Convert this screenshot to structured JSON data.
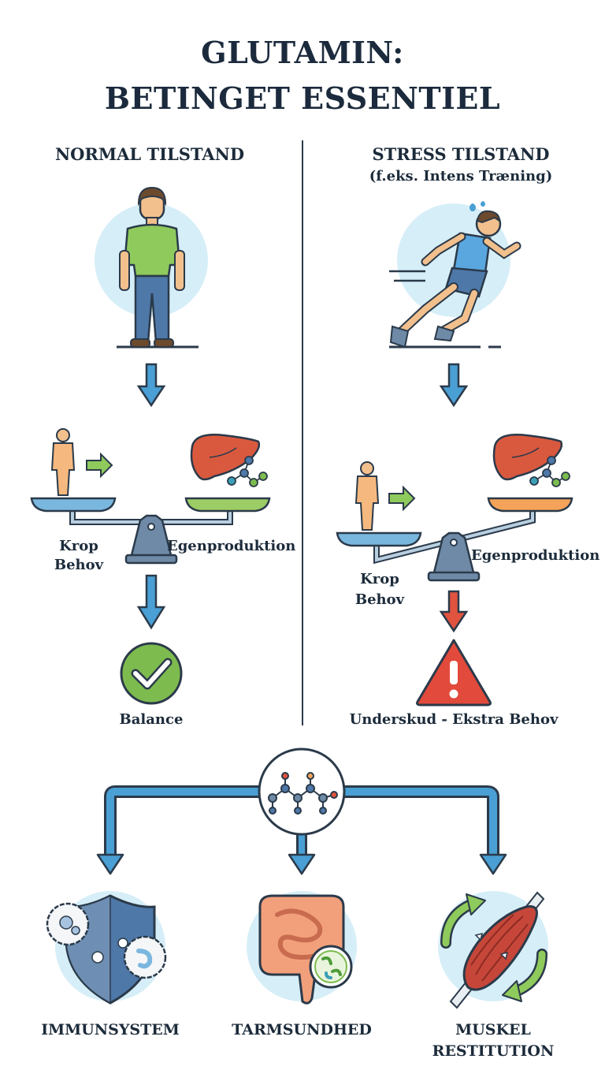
{
  "title": {
    "line1": "GLUTAMIN:",
    "line2": "BETINGET ESSENTIEL"
  },
  "normal": {
    "heading": "NORMAL TILSTAND",
    "label_body_need": [
      "Krop",
      "Behov"
    ],
    "label_production": "Egenproduktion",
    "result": "Balance"
  },
  "stress": {
    "heading": "STRESS TILSTAND",
    "subheading": "(f.eks. Intens Træning)",
    "label_body_need": [
      "Krop",
      "Behov"
    ],
    "label_production": "Egenproduktion",
    "result": "Underskud - Ekstra Behov"
  },
  "benefits": [
    {
      "label": "IMMUNSYSTEM"
    },
    {
      "label": "TARMSUNDHED"
    },
    {
      "label": [
        "MUSKEL",
        "RESTITUTION"
      ]
    }
  ],
  "colors": {
    "outline": "#2b3a4a",
    "arrow_blue": "#4a9fd4",
    "arrow_red": "#e0533f",
    "check_green": "#7dbb4f",
    "warning_red": "#e24a3c",
    "liver": "#d9593f",
    "circle_bg": "#d6eef7",
    "plate_blue": "#7ab7de",
    "plate_green": "#9ccc65",
    "plate_orange": "#f5a35a"
  }
}
